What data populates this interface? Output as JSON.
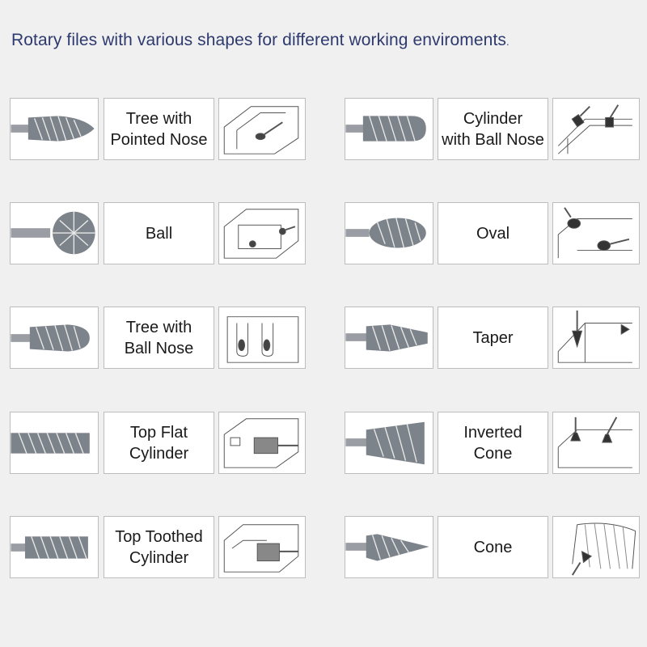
{
  "heading": {
    "text": "Rotary files with various shapes for different working enviroments",
    "dot": "."
  },
  "items": [
    {
      "line1": "Tree with",
      "line2": "Pointed Nose"
    },
    {
      "line1": "Cylinder",
      "line2": "with Ball Nose"
    },
    {
      "line1": "Ball",
      "line2": ""
    },
    {
      "line1": "Oval",
      "line2": ""
    },
    {
      "line1": "Tree with",
      "line2": "Ball Nose"
    },
    {
      "line1": "Taper",
      "line2": ""
    },
    {
      "line1": "Top Flat",
      "line2": "Cylinder"
    },
    {
      "line1": "Inverted",
      "line2": "Cone"
    },
    {
      "line1": "Top Toothed",
      "line2": "Cylinder"
    },
    {
      "line1": "Cone",
      "line2": ""
    }
  ],
  "colors": {
    "heading": "#2e3a6e",
    "metal": "#8a8f96",
    "line": "#555555"
  }
}
